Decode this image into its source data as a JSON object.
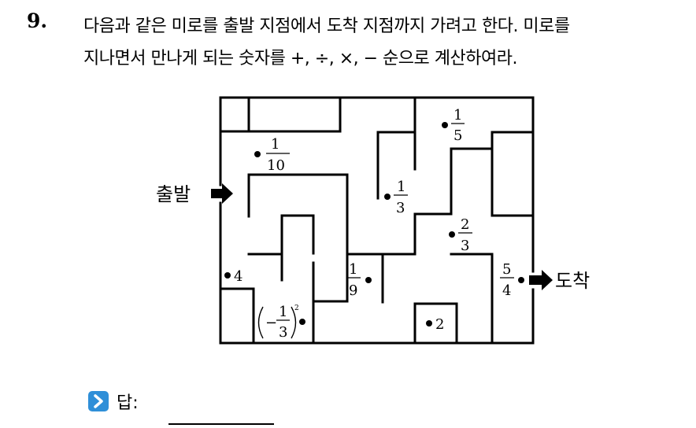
{
  "question": {
    "number": "9.",
    "line1": "다음과 같은 미로를 출발 지점에서 도착 지점까지 가려고 한다. 미로를",
    "line2": "지나면서 만나게 되는 숫자를 +, ÷, ×, − 순으로 계산하여라."
  },
  "maze": {
    "start_label": "출발",
    "end_label": "도착",
    "numbers": {
      "n_1_5": {
        "num": "1",
        "den": "5"
      },
      "n_1_10": {
        "num": "1",
        "den": "10"
      },
      "n_1_3": {
        "num": "1",
        "den": "3"
      },
      "n_2_3": {
        "num": "2",
        "den": "3"
      },
      "n_4": "4",
      "n_1_9": {
        "num": "1",
        "den": "9"
      },
      "n_5_4": {
        "num": "5",
        "den": "4"
      },
      "n_neg_1_3_sq": {
        "sign": "−",
        "num": "1",
        "den": "3",
        "exp": "2"
      },
      "n_2": "2"
    }
  },
  "answer": {
    "label": "답:"
  }
}
